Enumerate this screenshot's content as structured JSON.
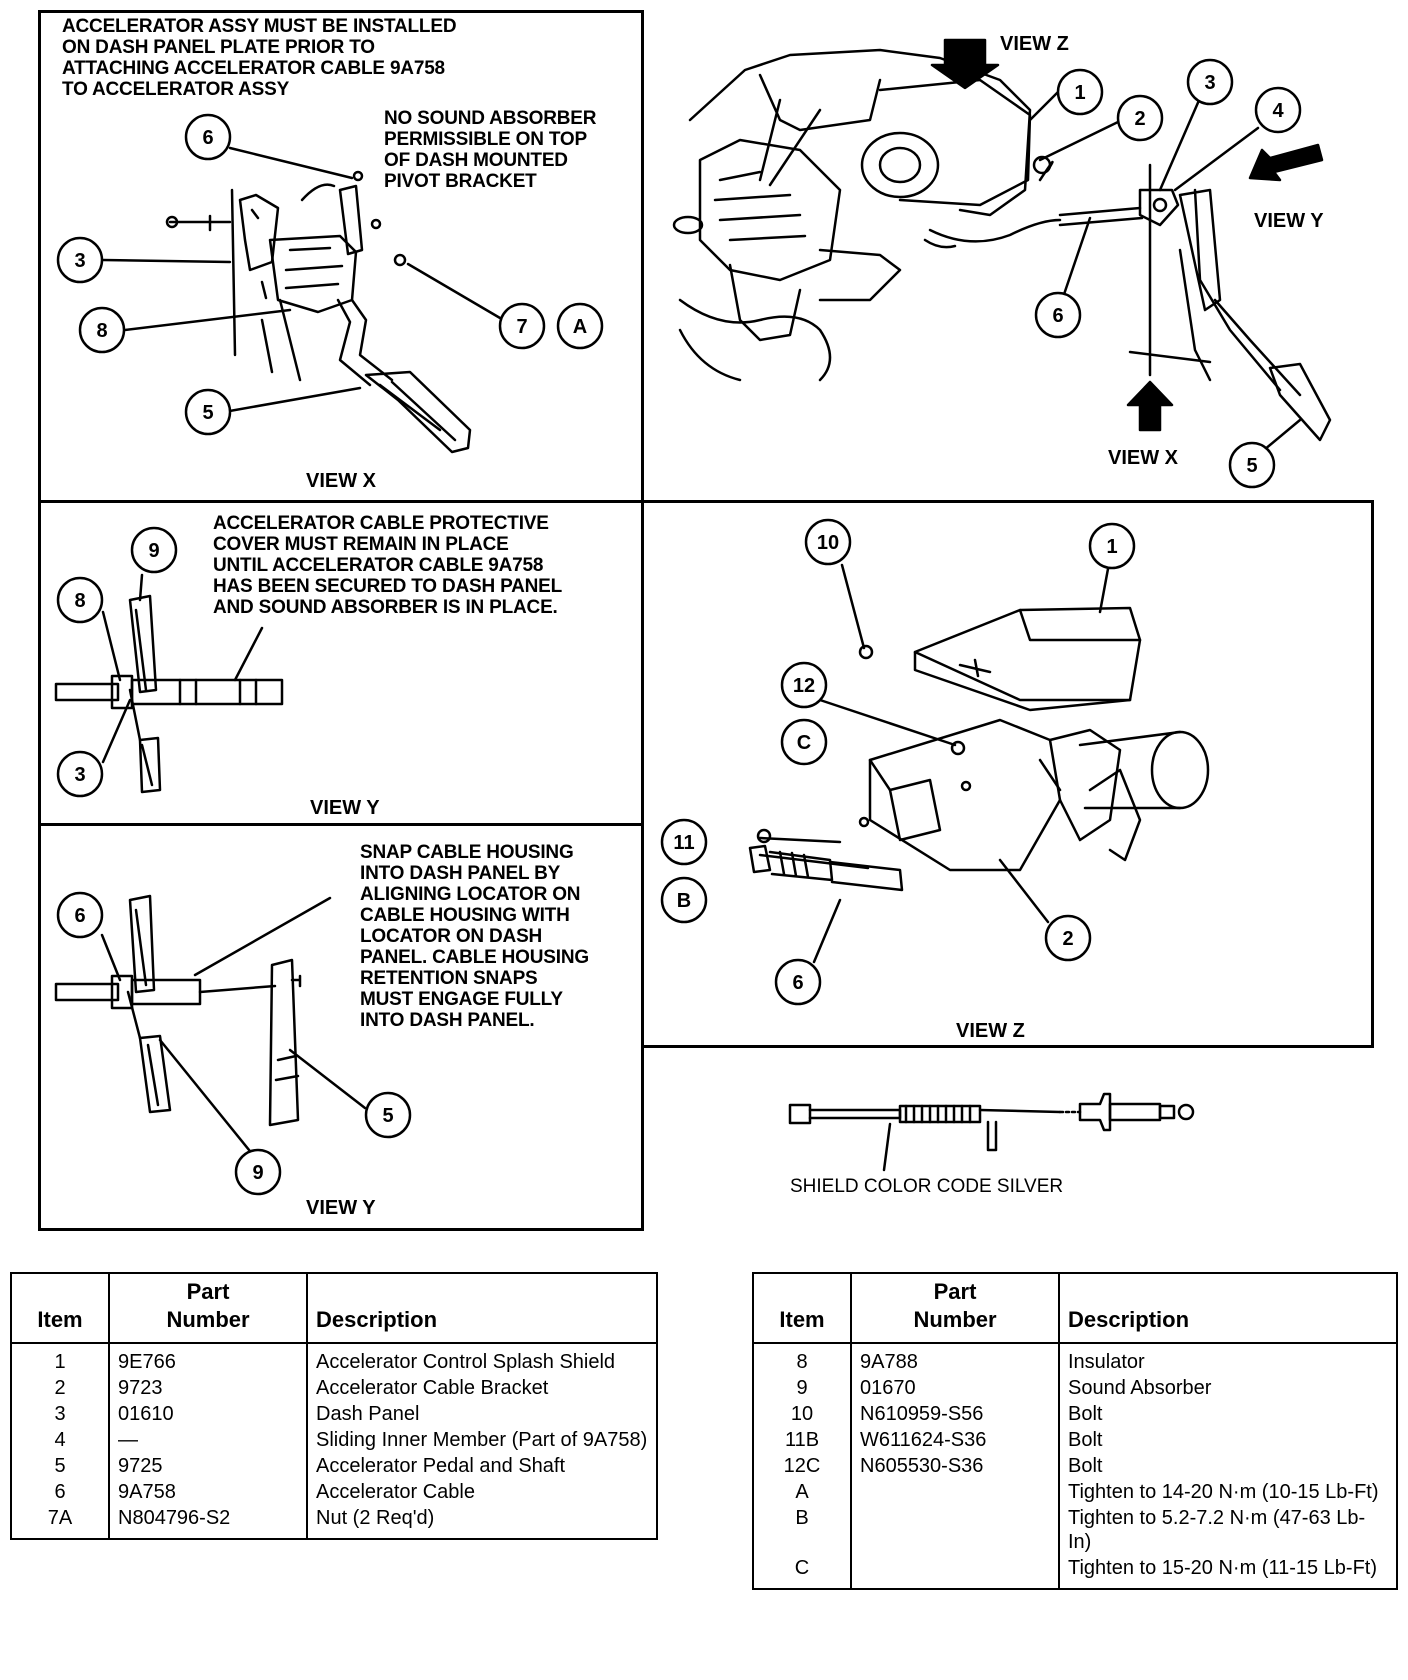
{
  "panels": {
    "view_x_detail": {
      "note_top": "ACCELERATOR ASSY MUST BE INSTALLED\nON DASH PANEL PLATE PRIOR TO\nATTACHING ACCELERATOR CABLE 9A758\nTO ACCELERATOR ASSY",
      "note_absorber": "NO SOUND ABSORBER\nPERMISSIBLE ON TOP\nOF DASH MOUNTED\nPIVOT BRACKET",
      "label": "VIEW X"
    },
    "overview": {
      "view_z": "VIEW Z",
      "view_y": "VIEW Y",
      "view_x": "VIEW X"
    },
    "view_y_cover": {
      "note": "ACCELERATOR CABLE PROTECTIVE\nCOVER MUST REMAIN IN PLACE\nUNTIL ACCELERATOR CABLE 9A758\nHAS BEEN SECURED TO DASH PANEL\nAND SOUND ABSORBER IS IN PLACE.",
      "label": "VIEW Y"
    },
    "view_y_snap": {
      "note": "SNAP CABLE HOUSING\nINTO DASH PANEL BY\nALIGNING LOCATOR ON\nCABLE HOUSING WITH\nLOCATOR ON DASH\nPANEL. CABLE HOUSING\nRETENTION SNAPS\nMUST ENGAGE FULLY\nINTO DASH PANEL.",
      "label": "VIEW Y"
    },
    "view_z_detail": {
      "label": "VIEW Z"
    },
    "shield": {
      "caption": "SHIELD COLOR CODE SILVER"
    }
  },
  "callouts": {
    "vx_6": "6",
    "vx_3": "3",
    "vx_8": "8",
    "vx_7": "7",
    "vx_A": "A",
    "vx_5": "5",
    "ov_1": "1",
    "ov_2": "2",
    "ov_3": "3",
    "ov_4": "4",
    "ov_6": "6",
    "ov_5": "5",
    "vy1_9": "9",
    "vy1_8": "8",
    "vy1_3": "3",
    "vy2_6": "6",
    "vy2_5": "5",
    "vy2_9": "9",
    "vz_10": "10",
    "vz_1": "1",
    "vz_12": "12",
    "vz_C": "C",
    "vz_11": "11",
    "vz_B": "B",
    "vz_2": "2",
    "vz_6": "6"
  },
  "parts_table_left": {
    "headers": {
      "item": "Item",
      "part_number": "Part\nNumber",
      "description": "Description"
    },
    "rows": [
      {
        "item": "1",
        "part_number": "9E766",
        "description": "Accelerator Control Splash Shield"
      },
      {
        "item": "2",
        "part_number": "9723",
        "description": "Accelerator Cable Bracket"
      },
      {
        "item": "3",
        "part_number": "01610",
        "description": "Dash Panel"
      },
      {
        "item": "4",
        "part_number": "—",
        "description": "Sliding Inner Member (Part of 9A758)"
      },
      {
        "item": "5",
        "part_number": "9725",
        "description": "Accelerator Pedal and Shaft"
      },
      {
        "item": "6",
        "part_number": "9A758",
        "description": "Accelerator Cable"
      },
      {
        "item": "7A",
        "part_number": "N804796-S2",
        "description": "Nut (2 Req'd)"
      }
    ]
  },
  "parts_table_right": {
    "headers": {
      "item": "Item",
      "part_number": "Part\nNumber",
      "description": "Description"
    },
    "rows": [
      {
        "item": "8",
        "part_number": "9A788",
        "description": "Insulator"
      },
      {
        "item": "9",
        "part_number": "01670",
        "description": "Sound Absorber"
      },
      {
        "item": "10",
        "part_number": "N610959-S56",
        "description": "Bolt"
      },
      {
        "item": "11B",
        "part_number": "W611624-S36",
        "description": "Bolt"
      },
      {
        "item": "12C",
        "part_number": "N605530-S36",
        "description": "Bolt"
      },
      {
        "item": "A",
        "part_number": "",
        "description": "Tighten to 14-20 N·m (10-15 Lb-Ft)"
      },
      {
        "item": "B",
        "part_number": "",
        "description": "Tighten to 5.2-7.2 N·m (47-63 Lb-In)"
      },
      {
        "item": "C",
        "part_number": "",
        "description": "Tighten to 15-20 N·m (11-15 Lb-Ft)"
      }
    ]
  }
}
